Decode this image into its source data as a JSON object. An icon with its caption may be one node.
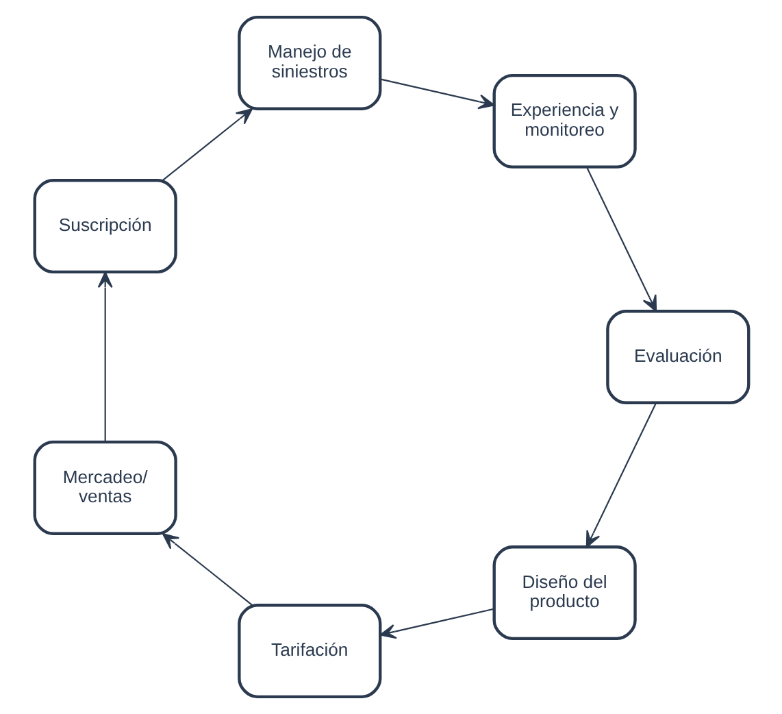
{
  "diagram": {
    "nodes": [
      {
        "text": [
          "Diseño del producto"
        ]
      },
      {
        "text": [
          "Tarifación"
        ]
      },
      {
        "text": [
          "Mercadeo/ ventas"
        ]
      },
      {
        "text": [
          "Suscripción"
        ]
      },
      {
        "text": [
          "Manejo de siniestros"
        ]
      },
      {
        "text": [
          "Experiencia y monitoreo"
        ]
      },
      {
        "text": [
          "Evaluación"
        ]
      }
    ],
    "edges": [
      {
        "from": 0,
        "to": 1,
        "arrow": "to"
      },
      {
        "from": 1,
        "to": 2,
        "arrow": "to"
      },
      {
        "from": 2,
        "to": 3,
        "arrow": "to"
      },
      {
        "from": 3,
        "to": 4,
        "arrow": "to"
      },
      {
        "from": 4,
        "to": 5,
        "arrow": "to"
      },
      {
        "from": 5,
        "to": 6,
        "arrow": "to"
      },
      {
        "from": 6,
        "to": 0,
        "arrow": "to"
      }
    ]
  }
}
